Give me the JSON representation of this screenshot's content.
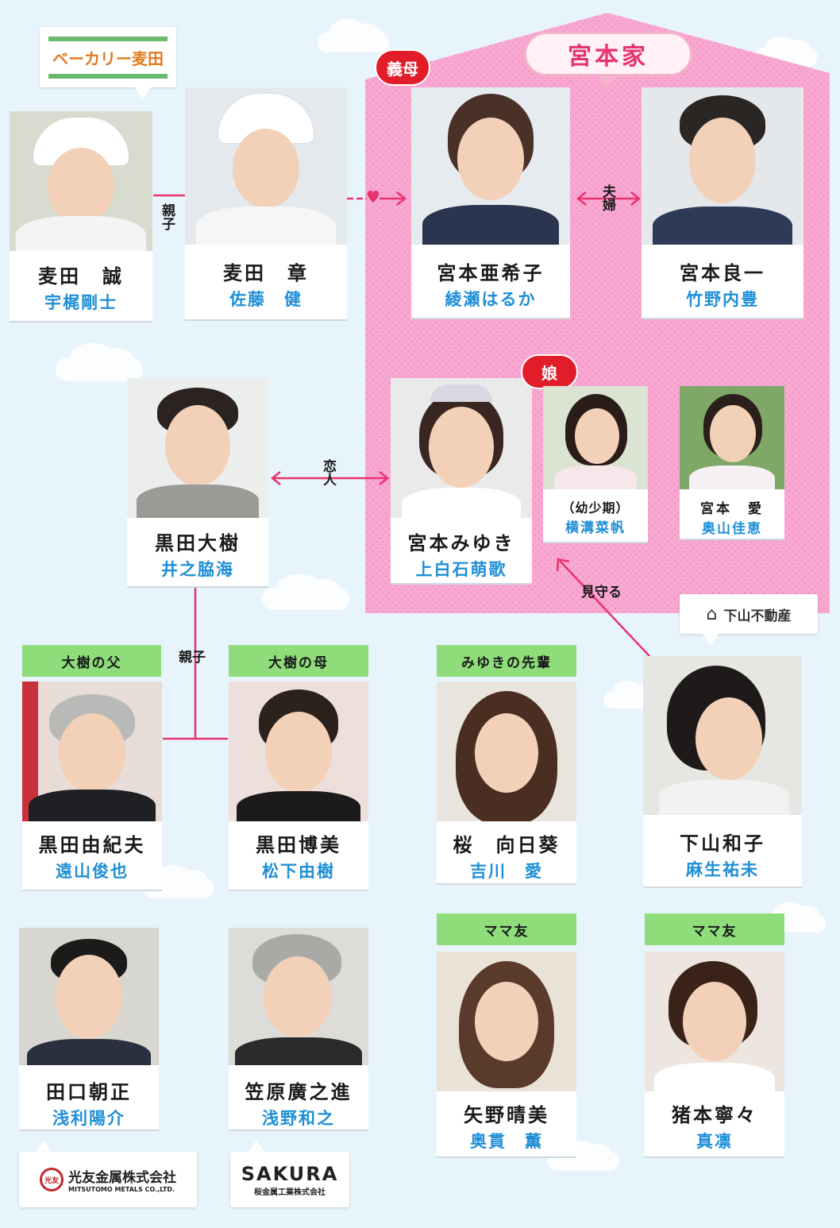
{
  "house": {
    "title": "宮本家"
  },
  "logos": {
    "bakery": "ベーカリー麦田",
    "realestate": "下山不動産",
    "mitsutomo_jp": "光友金属株式会社",
    "mitsutomo_en": "MITSUTOMO METALS CO.,LTD.",
    "mitsutomo_mark": "光友",
    "sakura_en": "SAKURA",
    "sakura_jp": "桜金属工業株式会社"
  },
  "badges": {
    "giba": "義母",
    "musume": "娘"
  },
  "relations": {
    "oyako1": "親子",
    "fuufu": "夫婦",
    "koibito": "恋人",
    "mimamoru": "見守る",
    "oyako2": "親子"
  },
  "tags": {
    "daiki_father": "大樹の父",
    "daiki_mother": "大樹の母",
    "miyuki_senpai": "みゆきの先輩",
    "mamatomo1": "ママ友",
    "mamatomo2": "ママ友"
  },
  "characters": {
    "makoto": {
      "name": "麦田　誠",
      "actor": "宇梶剛士"
    },
    "akira": {
      "name": "麦田　章",
      "actor": "佐藤　健"
    },
    "akiko": {
      "name": "宮本亜希子",
      "actor": "綾瀬はるか"
    },
    "ryoichi": {
      "name": "宮本良一",
      "actor": "竹野内豊"
    },
    "daiki": {
      "name": "黒田大樹",
      "actor": "井之脇海"
    },
    "miyuki": {
      "name": "宮本みゆき",
      "actor": "上白石萌歌"
    },
    "miyuki_young": {
      "name": "（幼少期）",
      "actor": "横溝菜帆"
    },
    "ai": {
      "name": "宮本　愛",
      "actor": "奥山佳恵"
    },
    "yukio": {
      "name": "黒田由紀夫",
      "actor": "遠山俊也"
    },
    "hiromi": {
      "name": "黒田博美",
      "actor": "松下由樹"
    },
    "himawari": {
      "name": "桜　向日葵",
      "actor": "吉川　愛"
    },
    "kazuko": {
      "name": "下山和子",
      "actor": "麻生祐未"
    },
    "taguchi": {
      "name": "田口朝正",
      "actor": "浅利陽介"
    },
    "kasahara": {
      "name": "笠原廣之進",
      "actor": "浅野和之"
    },
    "yano": {
      "name": "矢野晴美",
      "actor": "奥貫　薫"
    },
    "inomoto": {
      "name": "猪本寧々",
      "actor": "真凛"
    }
  },
  "colors": {
    "house_pink": "#f8a9d2",
    "accent_pink": "#e8336f",
    "actor_blue": "#1f8fd6",
    "tag_green": "#8fdc7a"
  }
}
